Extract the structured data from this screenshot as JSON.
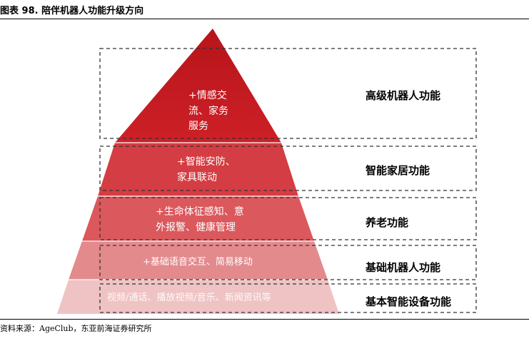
{
  "figure": {
    "title": "图表 98. 陪伴机器人功能升级方向",
    "source": "资料来源：AgeClub，东亚前海证券研究所"
  },
  "levels": [
    {
      "label": "高级机器人功能",
      "lines": [
        "+情感交",
        "流、家务",
        "服务"
      ]
    },
    {
      "label": "智能家居功能",
      "lines": [
        "+智能安防、",
        "家具联动"
      ]
    },
    {
      "label": "养老功能",
      "lines": [
        "+生命体征感知、意",
        "外报警、健康管理"
      ]
    },
    {
      "label": "基础机器人功能",
      "lines": [
        "+基础语音交互、简易移动"
      ]
    },
    {
      "label": "基本智能设备功能",
      "lines": [
        "视频/通话、播放视频/音乐、新闻资讯等"
      ]
    }
  ],
  "colors": {
    "apex": "#c8191f",
    "level1": "#cd2027",
    "level2": "#d43d43",
    "level3": "#db585d",
    "level4": "#e38a8d",
    "level5": "#efc3c4",
    "dash": "#333333"
  }
}
